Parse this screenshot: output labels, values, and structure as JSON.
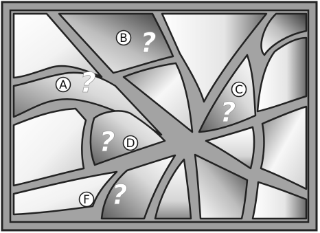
{
  "regions": [
    {
      "id": "region-a",
      "label": "A",
      "mark": "?"
    },
    {
      "id": "region-b",
      "label": "B",
      "mark": "?"
    },
    {
      "id": "region-c",
      "label": "C",
      "mark": "?"
    },
    {
      "id": "region-d",
      "label": "D",
      "mark": "?"
    },
    {
      "id": "region-f",
      "label": "F",
      "mark": "?"
    }
  ],
  "colors": {
    "frame": "#9e9e9e",
    "frame_outline": "#222222",
    "path_fill": "#a3a3a3",
    "light_region": "#f4f4f4",
    "dark_region": "#5a5a5a",
    "label_circle": "#ffffff",
    "question_mark": "#ffffff"
  }
}
